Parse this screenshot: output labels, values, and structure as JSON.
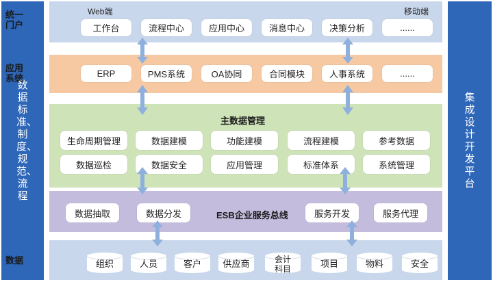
{
  "left_sidebar": {
    "text": "数据标准、制度、规范、流程"
  },
  "right_sidebar": {
    "text": "集成设计开发平台"
  },
  "portal": {
    "label": "统一\n门户",
    "web_label": "Web端",
    "mobile_label": "移动端",
    "items": [
      "工作台",
      "流程中心",
      "应用中心",
      "消息中心",
      "决策分析",
      "......"
    ]
  },
  "apps": {
    "label": "应用\n系统",
    "items": [
      "ERP",
      "PMS系统",
      "OA协同",
      "合同模块",
      "人事系统",
      "......"
    ]
  },
  "mdm": {
    "title": "主数据管理",
    "row1": [
      "生命周期管理",
      "数据建模",
      "功能建模",
      "流程建模",
      "参考数据"
    ],
    "row2": [
      "数据巡检",
      "数据安全",
      "应用管理",
      "标准体系",
      "系统管理"
    ]
  },
  "esb": {
    "title": "ESB企业服务总线",
    "items": [
      "数据抽取",
      "数据分发",
      "服务开发",
      "服务代理"
    ]
  },
  "data": {
    "label": "数据",
    "items": [
      "组织",
      "人员",
      "客户",
      "供应商",
      "会计\n科目",
      "项目",
      "物料",
      "安全"
    ]
  },
  "colors": {
    "sidebar": "#2e66b8",
    "portal_band": "#c9d7ec",
    "app_band": "#f6c9a3",
    "mdm_band": "#cfe3b9",
    "esb_band": "#c4bcdd",
    "data_band": "#c9d7ec",
    "arrow": "#8fb0dc"
  }
}
